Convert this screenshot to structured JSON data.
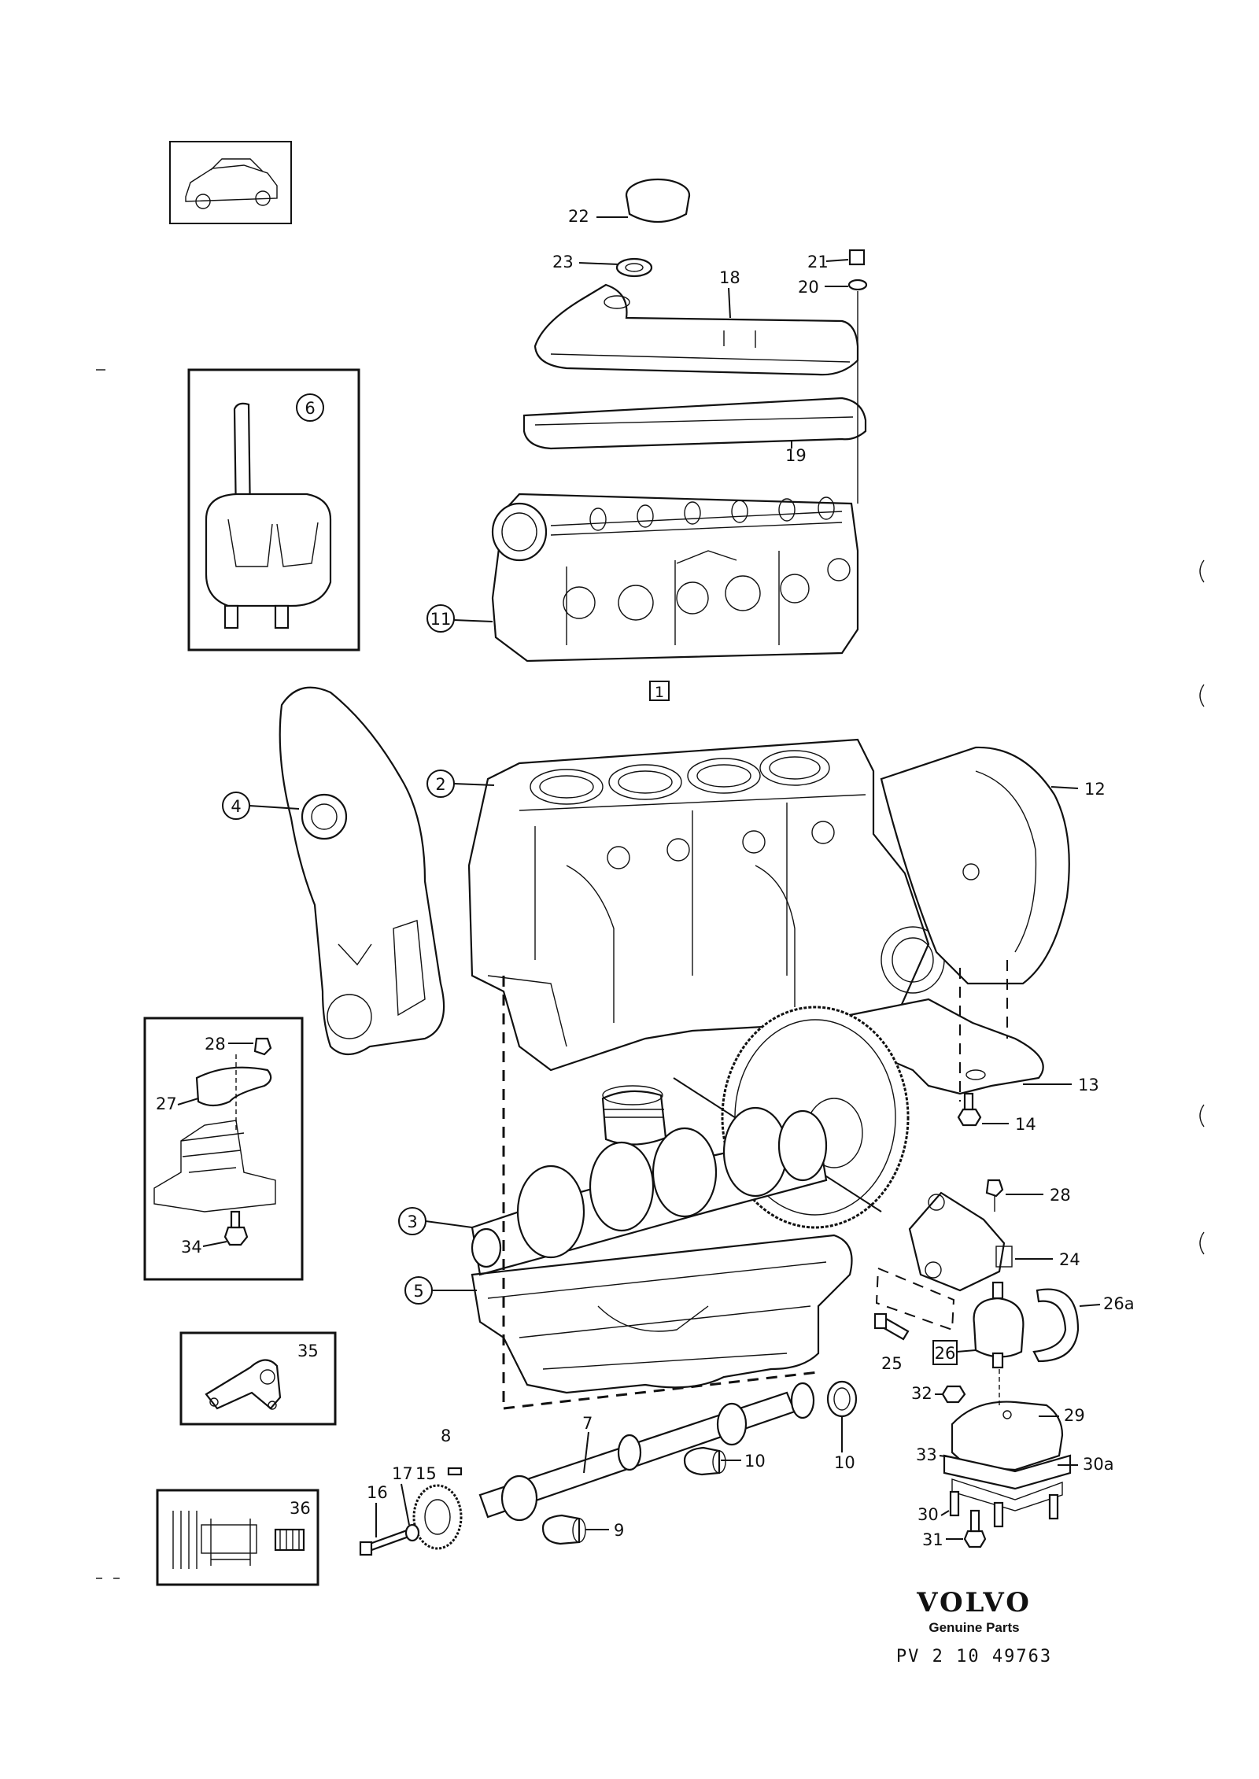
{
  "diagram": {
    "group_label": "1",
    "boxed_labels": {
      "mount": "26"
    },
    "labels": {
      "l2": "2",
      "l3": "3",
      "l4": "4",
      "l5": "5",
      "l6": "6",
      "l7": "7",
      "l8": "8",
      "l9": "9",
      "l10a": "10",
      "l10b": "10",
      "l11": "11",
      "l12": "12",
      "l13": "13",
      "l14": "14",
      "l15": "15",
      "l16": "16",
      "l17": "17",
      "l18": "18",
      "l19": "19",
      "l20": "20",
      "l21": "21",
      "l22": "22",
      "l23": "23",
      "l24": "24",
      "l25": "25",
      "l26a": "26a",
      "l27": "27",
      "l28a": "28",
      "l28b": "28",
      "l29": "29",
      "l30": "30",
      "l30a": "30a",
      "l31": "31",
      "l32": "32",
      "l33": "33",
      "l34": "34",
      "l35": "35",
      "l36": "36"
    }
  },
  "brand": {
    "name": "VOLVO",
    "tagline": "Genuine Parts",
    "code": "PV  2 10 49763"
  }
}
